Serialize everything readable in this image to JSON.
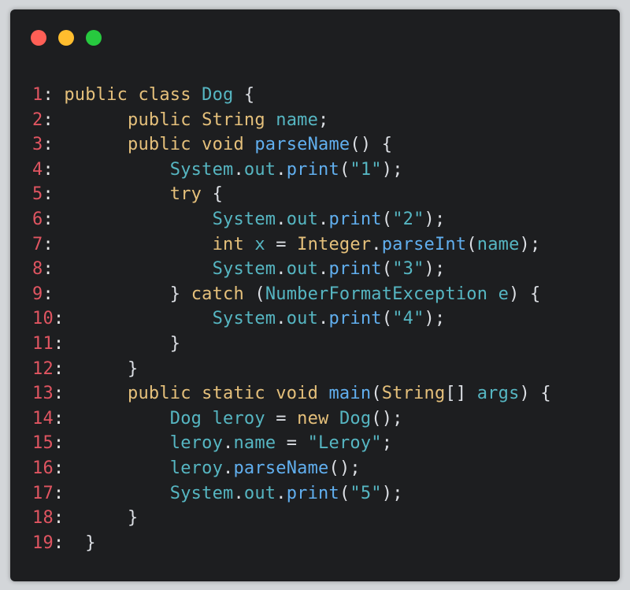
{
  "window": {
    "controls": {
      "close_color": "#ff5f56",
      "minimize_color": "#ffbd2e",
      "maximize_color": "#27c93f"
    }
  },
  "code": {
    "language": "java",
    "lines": [
      {
        "num": "1",
        "tokens": [
          {
            "t": "public class ",
            "c": "kw"
          },
          {
            "t": "Dog",
            "c": "ty"
          },
          {
            "t": " {",
            "c": "pl"
          }
        ]
      },
      {
        "num": "2",
        "tokens": [
          {
            "t": "      ",
            "c": "pl"
          },
          {
            "t": "public ",
            "c": "kw"
          },
          {
            "t": "String ",
            "c": "kw"
          },
          {
            "t": "name",
            "c": "ty"
          },
          {
            "t": ";",
            "c": "pl"
          }
        ]
      },
      {
        "num": "3",
        "tokens": [
          {
            "t": "      ",
            "c": "pl"
          },
          {
            "t": "public void ",
            "c": "kw"
          },
          {
            "t": "parseName",
            "c": "fn"
          },
          {
            "t": "() {",
            "c": "pl"
          }
        ]
      },
      {
        "num": "4",
        "tokens": [
          {
            "t": "          ",
            "c": "pl"
          },
          {
            "t": "System",
            "c": "ty"
          },
          {
            "t": ".",
            "c": "pl"
          },
          {
            "t": "out",
            "c": "ty"
          },
          {
            "t": ".",
            "c": "pl"
          },
          {
            "t": "print",
            "c": "fn"
          },
          {
            "t": "(",
            "c": "pl"
          },
          {
            "t": "\"1\"",
            "c": "ty"
          },
          {
            "t": ");",
            "c": "pl"
          }
        ]
      },
      {
        "num": "5",
        "tokens": [
          {
            "t": "          ",
            "c": "pl"
          },
          {
            "t": "try",
            "c": "kw"
          },
          {
            "t": " {",
            "c": "pl"
          }
        ]
      },
      {
        "num": "6",
        "tokens": [
          {
            "t": "              ",
            "c": "pl"
          },
          {
            "t": "System",
            "c": "ty"
          },
          {
            "t": ".",
            "c": "pl"
          },
          {
            "t": "out",
            "c": "ty"
          },
          {
            "t": ".",
            "c": "pl"
          },
          {
            "t": "print",
            "c": "fn"
          },
          {
            "t": "(",
            "c": "pl"
          },
          {
            "t": "\"2\"",
            "c": "ty"
          },
          {
            "t": ");",
            "c": "pl"
          }
        ]
      },
      {
        "num": "7",
        "tokens": [
          {
            "t": "              ",
            "c": "pl"
          },
          {
            "t": "int ",
            "c": "kw"
          },
          {
            "t": "x",
            "c": "ty"
          },
          {
            "t": " = ",
            "c": "pl"
          },
          {
            "t": "Integer",
            "c": "kw"
          },
          {
            "t": ".",
            "c": "pl"
          },
          {
            "t": "parseInt",
            "c": "fn"
          },
          {
            "t": "(",
            "c": "pl"
          },
          {
            "t": "name",
            "c": "ty"
          },
          {
            "t": ");",
            "c": "pl"
          }
        ]
      },
      {
        "num": "8",
        "tokens": [
          {
            "t": "              ",
            "c": "pl"
          },
          {
            "t": "System",
            "c": "ty"
          },
          {
            "t": ".",
            "c": "pl"
          },
          {
            "t": "out",
            "c": "ty"
          },
          {
            "t": ".",
            "c": "pl"
          },
          {
            "t": "print",
            "c": "fn"
          },
          {
            "t": "(",
            "c": "pl"
          },
          {
            "t": "\"3\"",
            "c": "ty"
          },
          {
            "t": ");",
            "c": "pl"
          }
        ]
      },
      {
        "num": "9",
        "tokens": [
          {
            "t": "          ",
            "c": "pl"
          },
          {
            "t": "} ",
            "c": "pl"
          },
          {
            "t": "catch",
            "c": "kw"
          },
          {
            "t": " (",
            "c": "pl"
          },
          {
            "t": "NumberFormatException",
            "c": "ty"
          },
          {
            "t": " ",
            "c": "pl"
          },
          {
            "t": "e",
            "c": "ty"
          },
          {
            "t": ") {",
            "c": "pl"
          }
        ]
      },
      {
        "num": "10",
        "tokens": [
          {
            "t": "             ",
            "c": "pl"
          },
          {
            "t": "System",
            "c": "ty"
          },
          {
            "t": ".",
            "c": "pl"
          },
          {
            "t": "out",
            "c": "ty"
          },
          {
            "t": ".",
            "c": "pl"
          },
          {
            "t": "print",
            "c": "fn"
          },
          {
            "t": "(",
            "c": "pl"
          },
          {
            "t": "\"4\"",
            "c": "ty"
          },
          {
            "t": ");",
            "c": "pl"
          }
        ]
      },
      {
        "num": "11",
        "tokens": [
          {
            "t": "         ",
            "c": "pl"
          },
          {
            "t": "}",
            "c": "pl"
          }
        ]
      },
      {
        "num": "12",
        "tokens": [
          {
            "t": "     ",
            "c": "pl"
          },
          {
            "t": "}",
            "c": "pl"
          }
        ]
      },
      {
        "num": "13",
        "tokens": [
          {
            "t": "     ",
            "c": "pl"
          },
          {
            "t": "public static void ",
            "c": "kw"
          },
          {
            "t": "main",
            "c": "fn"
          },
          {
            "t": "(",
            "c": "pl"
          },
          {
            "t": "String",
            "c": "kw"
          },
          {
            "t": "[] ",
            "c": "pl"
          },
          {
            "t": "args",
            "c": "ty"
          },
          {
            "t": ") {",
            "c": "pl"
          }
        ]
      },
      {
        "num": "14",
        "tokens": [
          {
            "t": "         ",
            "c": "pl"
          },
          {
            "t": "Dog",
            "c": "ty"
          },
          {
            "t": " ",
            "c": "pl"
          },
          {
            "t": "leroy",
            "c": "ty"
          },
          {
            "t": " = ",
            "c": "pl"
          },
          {
            "t": "new ",
            "c": "kw"
          },
          {
            "t": "Dog",
            "c": "ty"
          },
          {
            "t": "();",
            "c": "pl"
          }
        ]
      },
      {
        "num": "15",
        "tokens": [
          {
            "t": "         ",
            "c": "pl"
          },
          {
            "t": "leroy",
            "c": "ty"
          },
          {
            "t": ".",
            "c": "pl"
          },
          {
            "t": "name",
            "c": "ty"
          },
          {
            "t": " = ",
            "c": "pl"
          },
          {
            "t": "\"Leroy\"",
            "c": "ty"
          },
          {
            "t": ";",
            "c": "pl"
          }
        ]
      },
      {
        "num": "16",
        "tokens": [
          {
            "t": "         ",
            "c": "pl"
          },
          {
            "t": "leroy",
            "c": "ty"
          },
          {
            "t": ".",
            "c": "pl"
          },
          {
            "t": "parseName",
            "c": "fn"
          },
          {
            "t": "();",
            "c": "pl"
          }
        ]
      },
      {
        "num": "17",
        "tokens": [
          {
            "t": "         ",
            "c": "pl"
          },
          {
            "t": "System",
            "c": "ty"
          },
          {
            "t": ".",
            "c": "pl"
          },
          {
            "t": "out",
            "c": "ty"
          },
          {
            "t": ".",
            "c": "pl"
          },
          {
            "t": "print",
            "c": "fn"
          },
          {
            "t": "(",
            "c": "pl"
          },
          {
            "t": "\"5\"",
            "c": "ty"
          },
          {
            "t": ");",
            "c": "pl"
          }
        ]
      },
      {
        "num": "18",
        "tokens": [
          {
            "t": "     ",
            "c": "pl"
          },
          {
            "t": "}",
            "c": "pl"
          }
        ]
      },
      {
        "num": "19",
        "tokens": [
          {
            "t": " ",
            "c": "pl"
          },
          {
            "t": "}",
            "c": "pl"
          }
        ]
      }
    ]
  }
}
